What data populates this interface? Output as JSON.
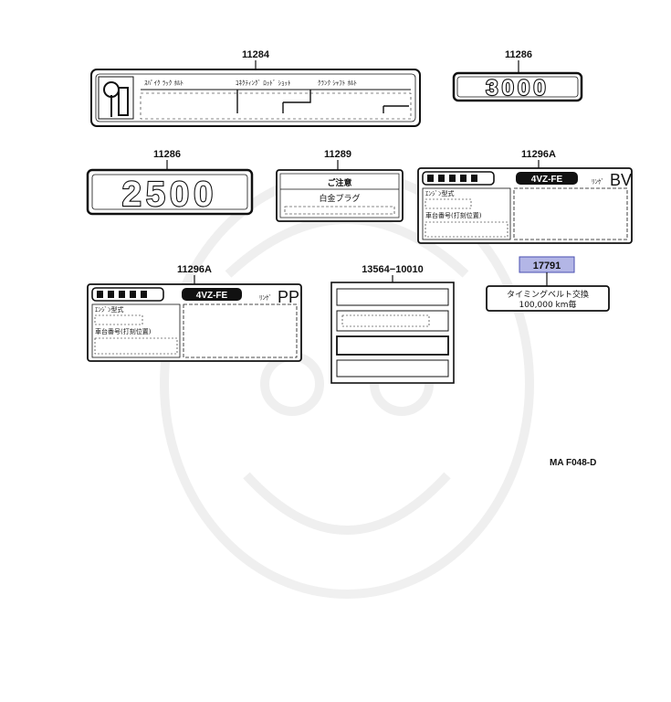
{
  "labels": {
    "p11284": "11284",
    "p11286a": "11286",
    "p11286b": "11286",
    "p11289": "11289",
    "p11296a_1": "11296A",
    "p11296a_2": "11296A",
    "p13564": "13564−10010",
    "p17791": "17791"
  },
  "plates": {
    "badge3000": "3000",
    "badge2500": "2500",
    "cap1": "ｽﾊﾟｲｸ ﾗｯｸ ﾎﾙﾄ",
    "cap2": "ｺﾈｸﾃｨﾝｸﾞ ﾛｯﾄﾞ ｼｮｯﾄ",
    "cap3": "ｸﾗﾝｸ ｼｬﾌﾄ ﾎﾙﾄ",
    "notice_title": "ご注意",
    "notice_body": "白金プラグ",
    "engine_code_bv": "4VZ-FE",
    "engine_code_pp": "4VZ-FE",
    "suffix_bv": "BV",
    "suffix_pp": "PP",
    "small_bv": "ﾘﾝｹﾞ",
    "small_pp": "ﾘﾝｹﾞ",
    "engine_no_label": "ｴﾝｼﾞﾝ型式",
    "chassis_label": "車台番号(打刻位置)",
    "timing_line1": "タイミングベルト交換",
    "timing_line2": "100,000 km毎"
  },
  "ref_code": "MA F048-D",
  "colors": {
    "highlight_fill": "#b3b6e6",
    "highlight_border": "#4a4fb0",
    "ink": "#111111"
  }
}
